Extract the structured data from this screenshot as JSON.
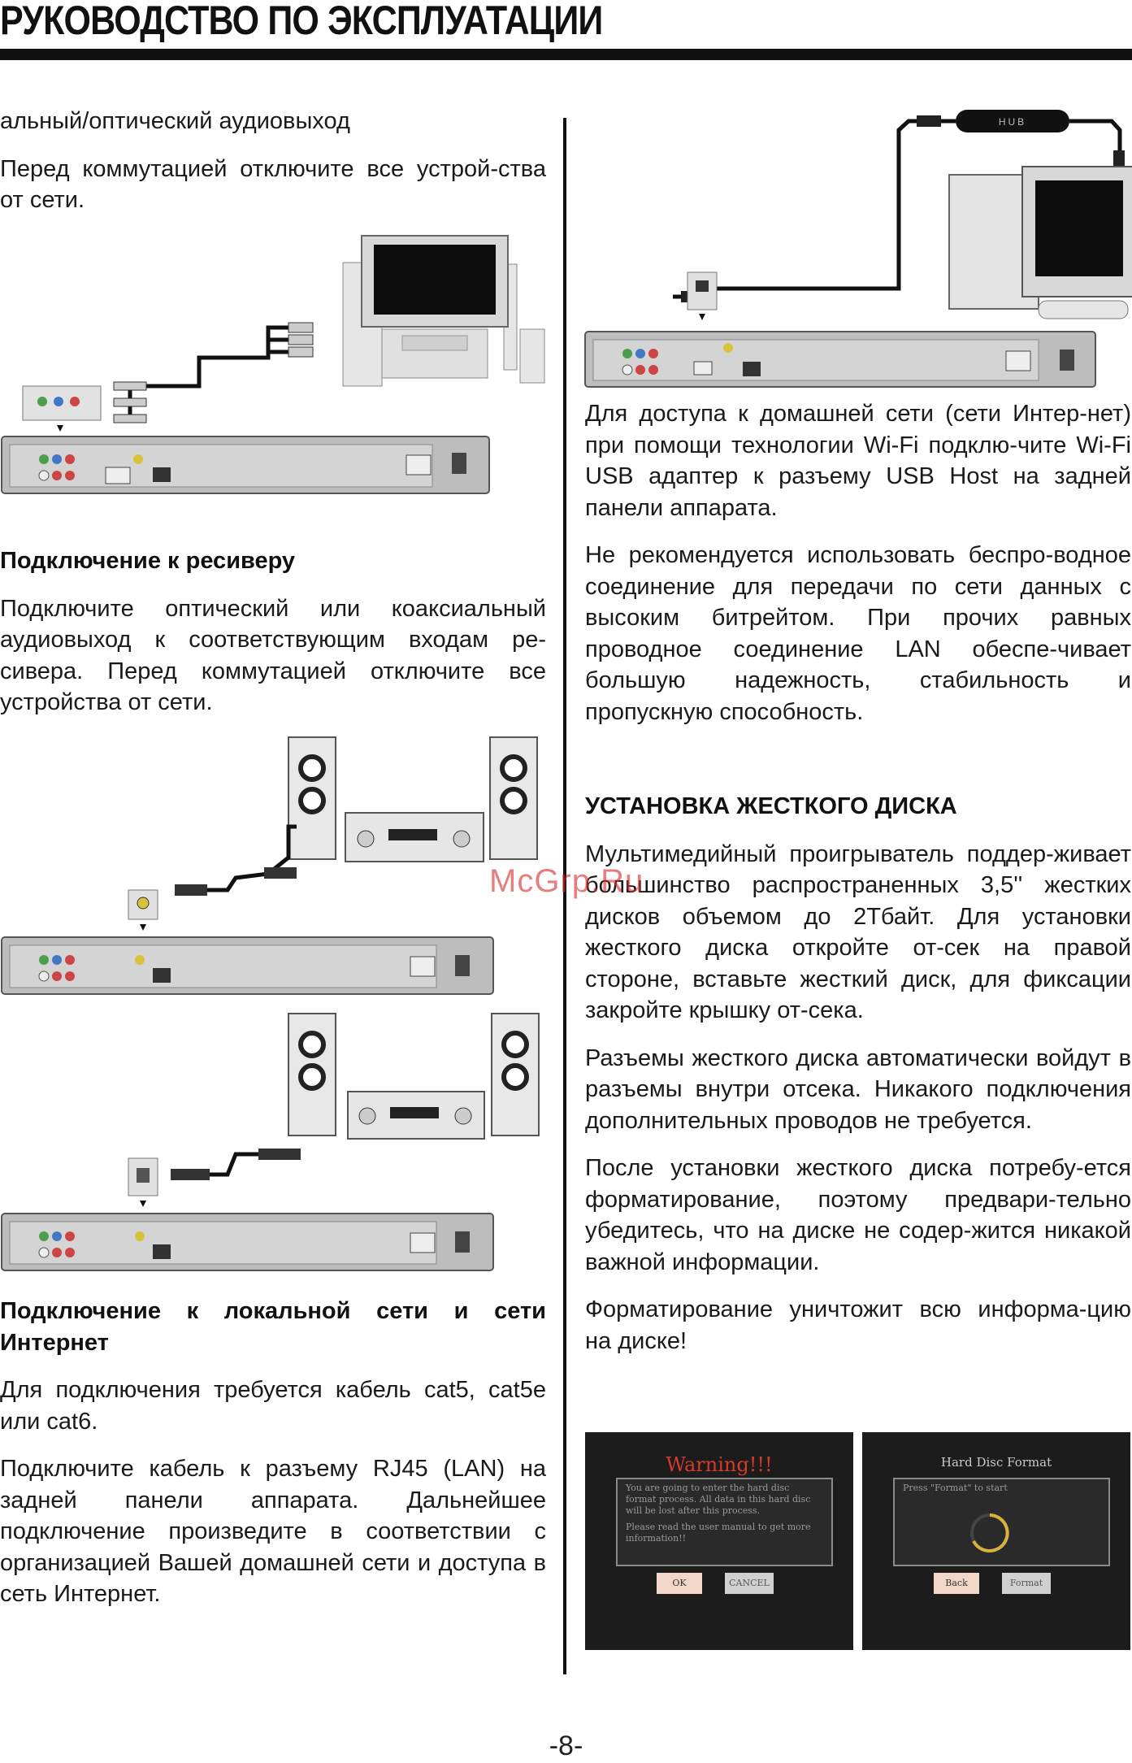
{
  "header": {
    "title": "РУКОВОДСТВО ПО ЭКСПЛУАТАЦИИ"
  },
  "left_column": {
    "intro_line": "альный/оптический аудиовыход",
    "intro_para": "Перед коммутацией отключите все устрой-ства от сети.",
    "receiver_heading": "Подключение к ресиверу",
    "receiver_para": "Подключите оптический или коаксиальный аудиовыход к соответствующим входам ре-сивера. Перед коммутацией отключите все устройства от сети.",
    "lan_heading": "Подключение к локальной сети и сети Интернет",
    "lan_para1": "Для подключения требуется кабель cat5, cat5e или cat6.",
    "lan_para2": "Подключите кабель к разъему RJ45 (LAN) на задней панели аппарата. Дальнейшее подключение произведите в соответствии с организацией Вашей домашней сети и доступа в сеть Интернет."
  },
  "right_column": {
    "hub_label": "HUB",
    "wifi_para": "Для доступа к домашней сети (сети Интер-нет) при помощи технологии Wi-Fi подклю-чите Wi-Fi USB адаптер к разъему USB Host на задней панели аппарата.",
    "wired_para": "Не рекомендуется использовать беспро-водное соединение для передачи по сети данных с высоким битрейтом. При прочих равных проводное соединение LAN обеспе-чивает большую надежность, стабильность и пропускную способность.",
    "hdd_heading": "УСТАНОВКА ЖЕСТКОГО ДИСКА",
    "hdd_para1": "Мультимедийный проигрыватель поддер-живает большинство распространенных 3,5'' жестких дисков объемом до 2Тбайт. Для установки жесткого диска откройте от-сек на правой стороне, вставьте жесткий диск, для фиксации закройте крышку от-сека.",
    "hdd_para2": "Разъемы жесткого диска автоматически войдут в разъемы внутри отсека. Никакого подключения дополнительных проводов не требуется.",
    "hdd_para3": "После установки жесткого диска потребу-ется форматирование, поэтому предвари-тельно убедитесь, что на диске не содер-жится никакой важной информации.",
    "hdd_para4": "Форматирование уничтожит всю информа-цию на диске!"
  },
  "warning_screen": {
    "title": "Warning!!!",
    "message": "You are going to enter the hard disc format process. All data in this hard disc will be lost after this process.",
    "note": "Please read the user manual to get more information!!",
    "ok_label": "OK",
    "cancel_label": "CANCEL"
  },
  "format_screen": {
    "title": "Hard Disc Format",
    "prompt": "Press \"Format\" to start",
    "back_label": "Back",
    "format_label": "Format"
  },
  "watermark": "McGrp.Ru",
  "footer": {
    "page_number": "-8-"
  },
  "icons": [
    "tv-icon",
    "speaker-icon",
    "player-back-panel-icon",
    "receiver-icon",
    "hub-icon",
    "computer-icon",
    "coax-port-icon",
    "optical-port-icon",
    "lan-port-icon",
    "spinner-icon"
  ],
  "colors": {
    "text": "#1a1a1a",
    "rule": "#111111",
    "screen_bg": "#1c1c1c",
    "warning_red": "#d63a2a"
  }
}
